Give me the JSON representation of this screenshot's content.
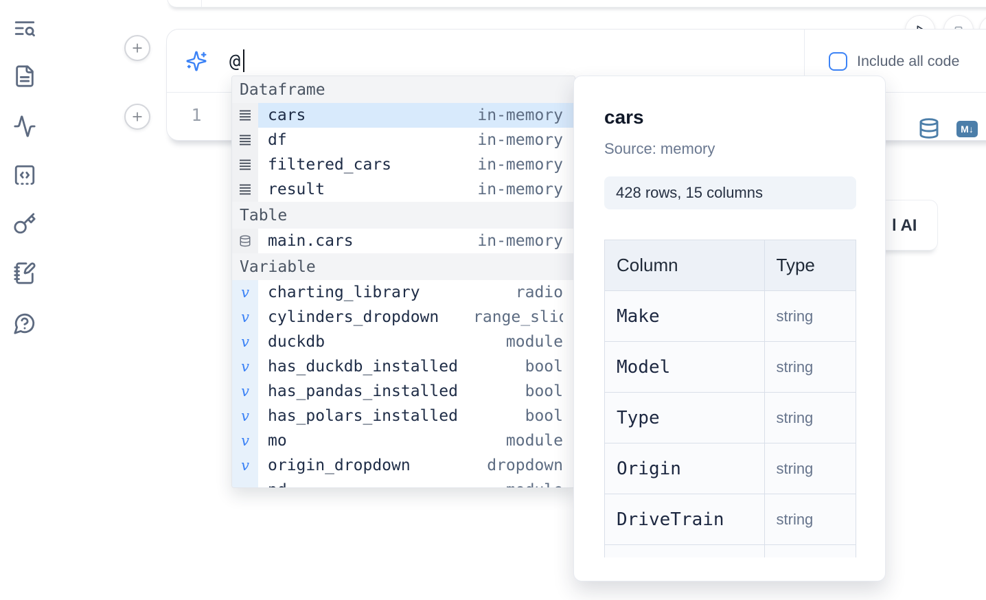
{
  "sidebar": {
    "icons": [
      "text-search",
      "file-document",
      "activity",
      "snippets-code",
      "keyboard-key",
      "scratchpad-notebook",
      "help-chat"
    ]
  },
  "toolbar": {
    "include_all_code_label": "Include all code"
  },
  "prompt": {
    "value": "@"
  },
  "cell": {
    "line_number": "1",
    "markdown_badge": "M↓"
  },
  "ai_button": {
    "visible_label": "l AI"
  },
  "autocomplete": {
    "sections": [
      {
        "label": "Dataframe",
        "items": [
          {
            "name": "cars",
            "type": "in-memory",
            "selected": true
          },
          {
            "name": "df",
            "type": "in-memory"
          },
          {
            "name": "filtered_cars",
            "type": "in-memory"
          },
          {
            "name": "result",
            "type": "in-memory"
          }
        ]
      },
      {
        "label": "Table",
        "items": [
          {
            "name": "main.cars",
            "type": "in-memory"
          }
        ]
      },
      {
        "label": "Variable",
        "items": [
          {
            "name": "charting_library",
            "type": "radio"
          },
          {
            "name": "cylinders_dropdown",
            "type": "range_slider"
          },
          {
            "name": "duckdb",
            "type": "module"
          },
          {
            "name": "has_duckdb_installed",
            "type": "bool"
          },
          {
            "name": "has_pandas_installed",
            "type": "bool"
          },
          {
            "name": "has_polars_installed",
            "type": "bool"
          },
          {
            "name": "mo",
            "type": "module"
          },
          {
            "name": "origin_dropdown",
            "type": "dropdown"
          },
          {
            "name": "pd",
            "type": "module"
          }
        ]
      }
    ]
  },
  "preview": {
    "title": "cars",
    "source": "Source: memory",
    "summary": "428 rows, 15 columns",
    "table": {
      "headers": [
        "Column",
        "Type"
      ],
      "rows": [
        [
          "Make",
          "string"
        ],
        [
          "Model",
          "string"
        ],
        [
          "Type",
          "string"
        ],
        [
          "Origin",
          "string"
        ],
        [
          "DriveTrain",
          "string"
        ],
        [
          "",
          ""
        ]
      ]
    }
  },
  "colors": {
    "accent_blue": "#3b82f6",
    "steel_blue_icons": "#4c7ea9",
    "selected_row_bg": "#d8eafc"
  }
}
